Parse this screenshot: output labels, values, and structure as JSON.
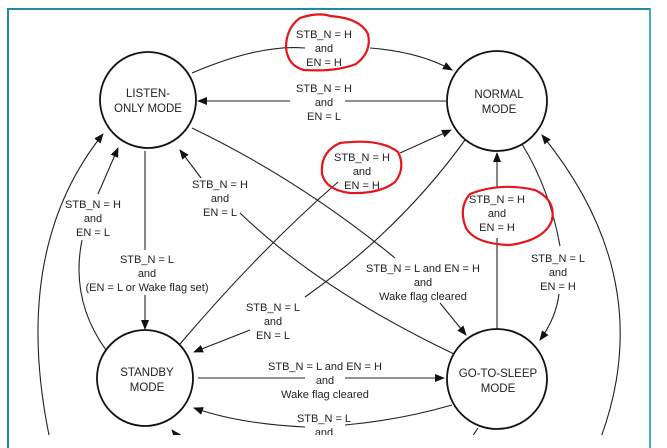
{
  "diagram": {
    "title": "",
    "states": {
      "listen_only": [
        "LISTEN-",
        "ONLY MODE"
      ],
      "normal": [
        "NORMAL",
        "MODE"
      ],
      "standby": [
        "STANDBY",
        "MODE"
      ],
      "go_to_sleep": [
        "GO-TO-SLEEP",
        "MODE"
      ]
    },
    "transitions": {
      "listen_to_normal": [
        "STB_N = H",
        "and",
        "EN = H"
      ],
      "normal_to_listen": [
        "STB_N = H",
        "and",
        "EN = L"
      ],
      "standby_to_normal": [
        "STB_N = H",
        "and",
        "EN = H"
      ],
      "gts_to_normal": [
        "STB_N = H",
        "and",
        "EN = H"
      ],
      "standby_to_listen": [
        "STB_N = H",
        "and",
        "EN = L"
      ],
      "gts_to_listen": [
        "STB_N = H",
        "and",
        "EN = L"
      ],
      "listen_to_standby": [
        "STB_N = L",
        "and",
        "(EN = L or Wake flag set)"
      ],
      "listen_to_gts": [
        "STB_N = L and EN = H",
        "and",
        "Wake flag cleared"
      ],
      "normal_to_standby": [
        "STB_N = L",
        "and",
        "EN = L"
      ],
      "normal_to_gts": [
        "STB_N = L",
        "and",
        "EN = H"
      ],
      "standby_to_gts": [
        "STB_N = L and EN = H",
        "and",
        "Wake flag cleared"
      ],
      "gts_to_standby": [
        "STB_N = L",
        "and"
      ]
    },
    "annotation_color": "#e8141b",
    "frame_color": "#1f8aa0"
  }
}
